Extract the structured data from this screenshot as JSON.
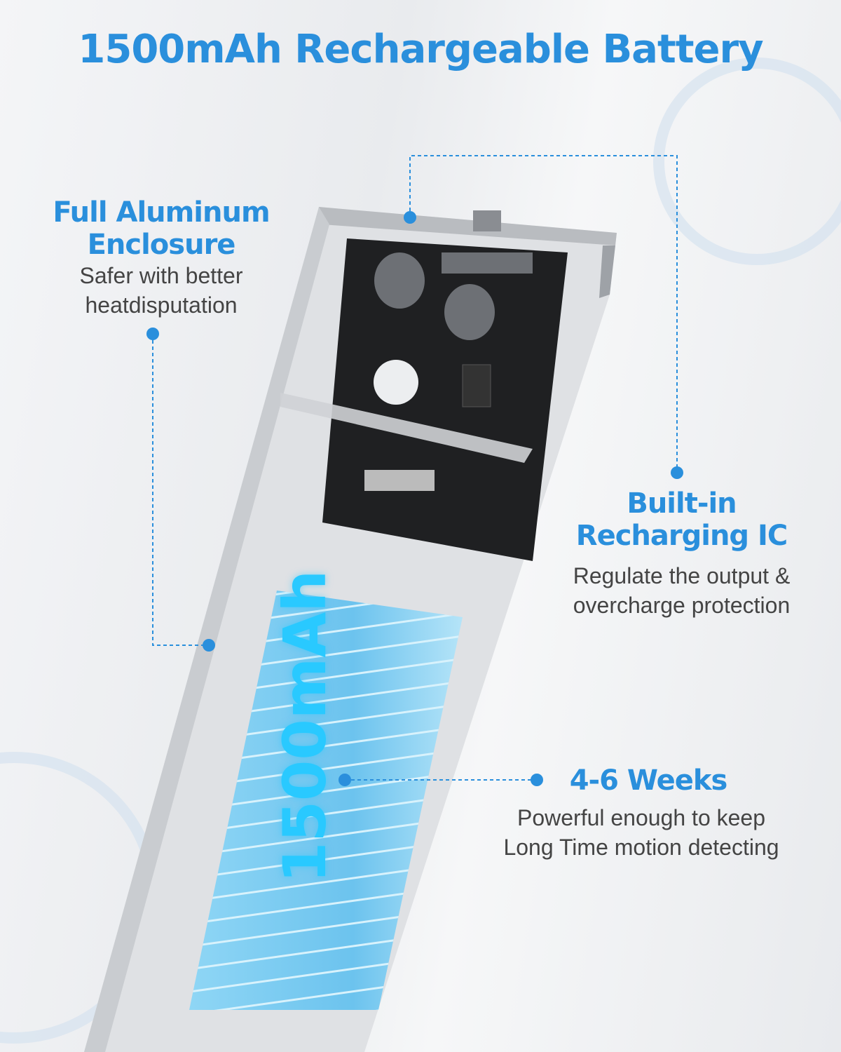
{
  "title": "1500mAh Rechargeable Battery",
  "callouts": {
    "enclosure": {
      "heading_line1": "Full Aluminum",
      "heading_line2": "Enclosure",
      "desc_line1": "Safer with better",
      "desc_line2": "heatdisputation"
    },
    "charging_ic": {
      "heading_line1": "Built-in",
      "heading_line2": "Recharging IC",
      "desc_line1": "Regulate the output &",
      "desc_line2": "overcharge protection"
    },
    "duration": {
      "heading": "4-6 Weeks",
      "desc_line1": "Powerful enough to keep",
      "desc_line2": "Long Time motion detecting"
    }
  },
  "battery_label": "1500mAh",
  "colors": {
    "accent": "#2a8fdc",
    "battery": "#29c9ff",
    "text": "#444444"
  }
}
